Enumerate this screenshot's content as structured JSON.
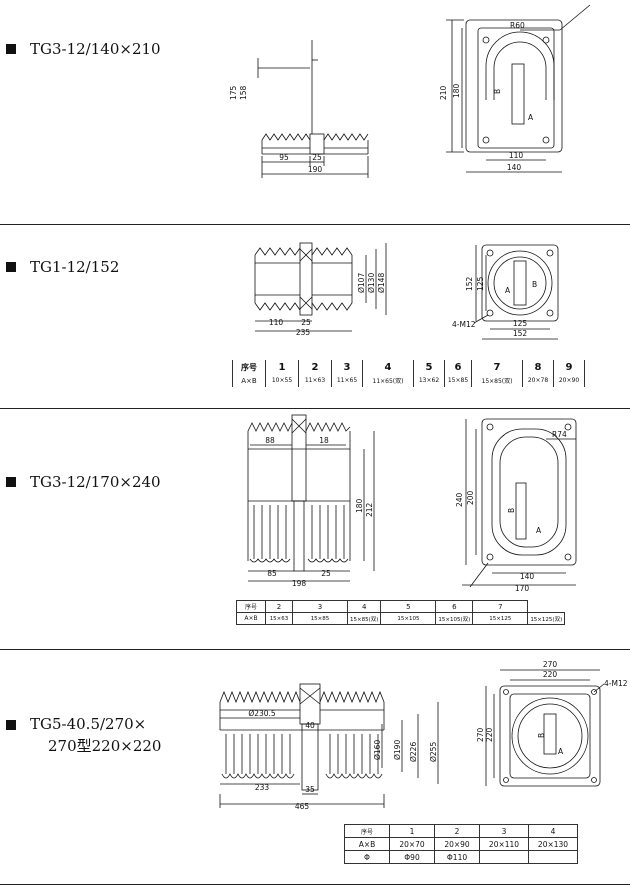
{
  "sections": [
    {
      "title": "TG3-12/140×210",
      "front": {
        "d175": "175",
        "d158": "158",
        "d95": "95",
        "d25": "25",
        "d190": "190"
      },
      "top": {
        "r60": "R60",
        "d210": "210",
        "d180": "180",
        "d110": "110",
        "d140": "140",
        "a": "A",
        "b": "B"
      }
    },
    {
      "title": "TG1-12/152",
      "front": {
        "d107": "Ø107",
        "d130": "Ø130",
        "d148": "Ø148",
        "d110": "110",
        "d25": "25",
        "d235": "235"
      },
      "top": {
        "d152v": "152",
        "d125v": "125",
        "d125": "125",
        "d152": "152",
        "m12": "4-M12",
        "a": "A",
        "b": "B"
      },
      "table": {
        "headers": [
          "序号",
          "1",
          "2",
          "3",
          "4",
          "5",
          "6",
          "7",
          "8",
          "9"
        ],
        "row_label": "A×B",
        "values": [
          "10×55",
          "11×63",
          "11×65",
          "11×65(双)",
          "13×62",
          "15×85",
          "15×85(双)",
          "20×78",
          "20×90"
        ]
      }
    },
    {
      "title": "TG3-12/170×240",
      "front": {
        "d88": "88",
        "d18": "18",
        "d180": "180",
        "d212": "212",
        "d85": "85",
        "d25": "25",
        "d198": "198"
      },
      "top": {
        "r74": "R74",
        "d240": "240",
        "d200": "200",
        "d140": "140",
        "d170": "170",
        "a": "A",
        "b": "B"
      },
      "table": {
        "headers": [
          "序号",
          "2",
          "3",
          "4",
          "5",
          "6",
          "7"
        ],
        "row_label": "A×B",
        "values": [
          "15×63",
          "15×85",
          "15×85(双)",
          "15×105",
          "15×105(双)",
          "15×125",
          "15×125(双)"
        ]
      }
    },
    {
      "title_line1": "TG5-40.5/270×",
      "title_line2": "270型220×220",
      "front": {
        "d230": "Ø230.5",
        "d40": "40",
        "d160": "Ø160",
        "d190": "Ø190",
        "d226": "Ø226",
        "d255": "Ø255",
        "d233": "233",
        "d35": "35",
        "d465": "465"
      },
      "top": {
        "d270": "270",
        "d220": "220",
        "d270v": "270",
        "d220v": "220",
        "m12": "4-M12",
        "a": "A",
        "b": "B"
      },
      "table": {
        "headers": [
          "序号",
          "1",
          "2",
          "3",
          "4"
        ],
        "row1_label": "A×B",
        "row1": [
          "20×70",
          "20×90",
          "20×110",
          "20×130"
        ],
        "row2_label": "Φ",
        "row2": [
          "Φ90",
          "Φ110",
          "",
          ""
        ]
      }
    }
  ]
}
